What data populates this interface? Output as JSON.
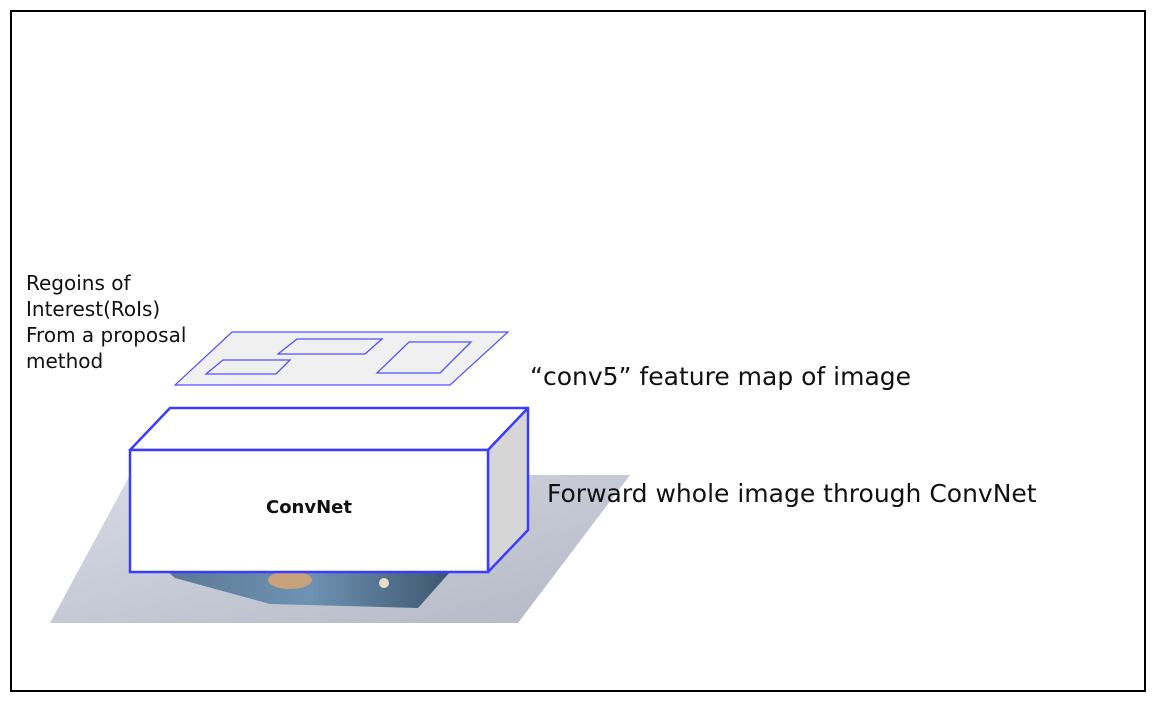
{
  "labels": {
    "rois_lines": [
      "Regoins of",
      "Interest(RoIs)",
      "From a proposal",
      "method"
    ],
    "conv5": "“conv5” feature map of image",
    "forward": "Forward whole image through ConvNet",
    "box": "ConvNet"
  },
  "colors": {
    "outline_blue": "#3c3cff",
    "thin_blue": "#5050ff",
    "feature_fill": "#f0f0f0",
    "box_side": "#d6d6d6",
    "image_plane": "#c4c8d4"
  }
}
